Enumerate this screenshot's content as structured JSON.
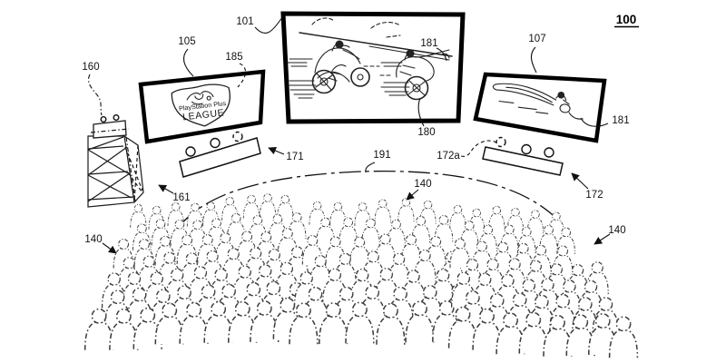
{
  "figure_ref": "100",
  "screens": {
    "main": {
      "ref": "101",
      "vehicle_ref": "181",
      "highlight_ref": "180"
    },
    "left": {
      "ref": "105",
      "logo_ref": "185",
      "logo_line1": "PlayStation Plus",
      "logo_line2": "LEAGUE"
    },
    "right": {
      "ref": "107",
      "vehicle_ref": "181"
    }
  },
  "camera_tower": {
    "ref": "160",
    "pointer_ref": "161"
  },
  "sensor_bars": {
    "left": {
      "ref": "171"
    },
    "right": {
      "ref": "172",
      "device_ref": "172a"
    }
  },
  "stage_boundary": {
    "ref": "191"
  },
  "audience": {
    "left": {
      "ref": "140"
    },
    "middle": {
      "ref": "140"
    },
    "right": {
      "ref": "140"
    }
  }
}
